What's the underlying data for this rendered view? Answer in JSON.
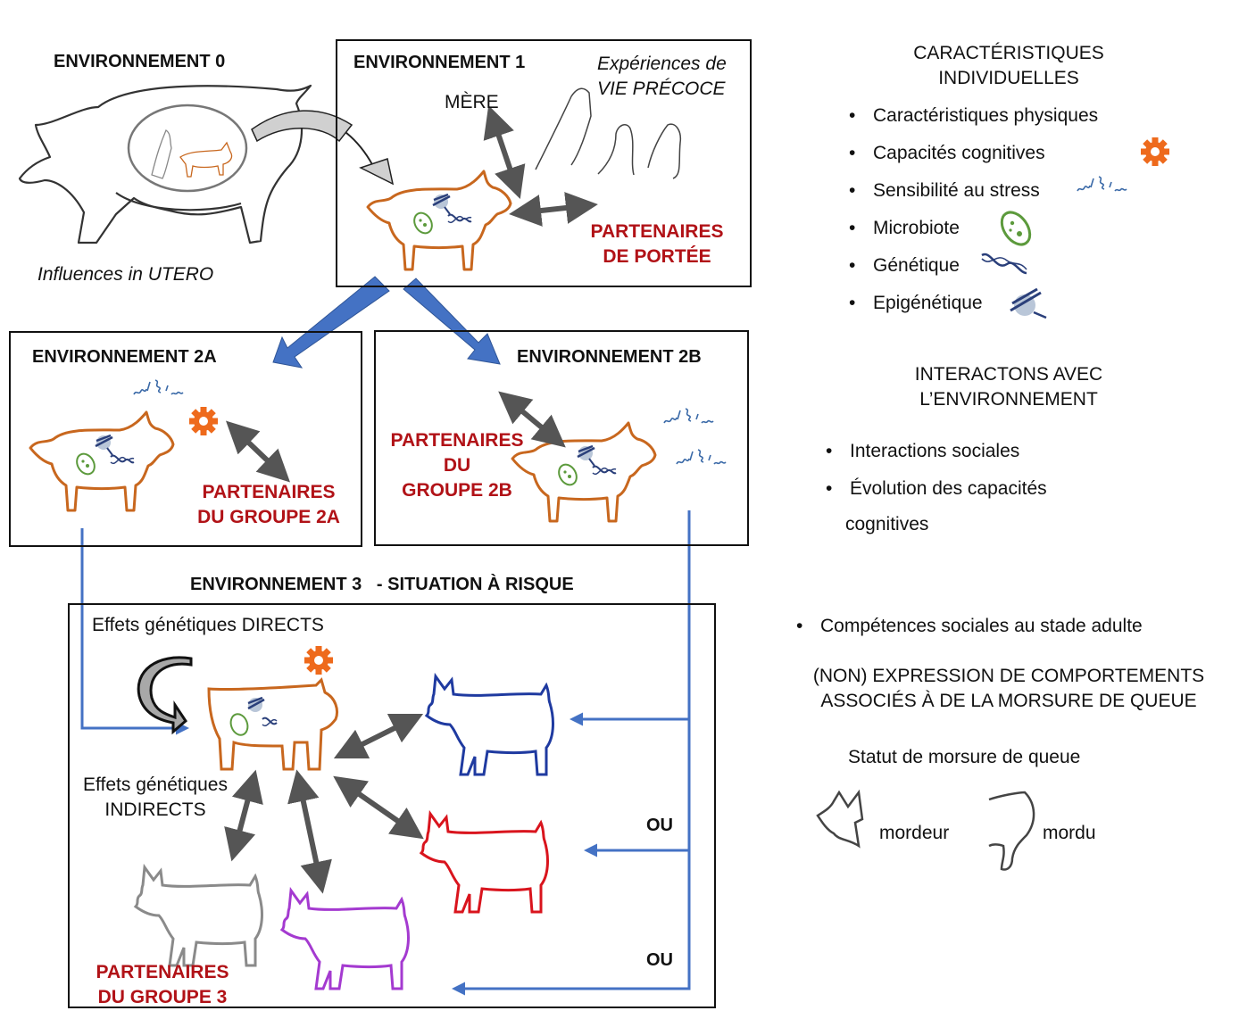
{
  "environments": {
    "env0": {
      "title": "ENVIRONNEMENT 0",
      "caption": "Influences in UTERO"
    },
    "env1": {
      "title": "ENVIRONNEMENT 1",
      "early_life_line1": "Expériences de",
      "early_life_line2": "VIE PRÉCOCE",
      "mother": "MÈRE",
      "partners_line1": "PARTENAIRES",
      "partners_line2": "DE PORTÉE"
    },
    "env2a": {
      "title": "ENVIRONNEMENT 2A",
      "partners_line1": "PARTENAIRES",
      "partners_line2": "DU GROUPE 2A"
    },
    "env2b": {
      "title": "ENVIRONNEMENT 2B",
      "partners_line1": "PARTENAIRES",
      "partners_line2": "DU",
      "partners_line3": "GROUPE 2B"
    },
    "env3": {
      "title": "ENVIRONNEMENT 3",
      "subtitle": "- SITUATION À RISQUE",
      "direct_effects": "Effets génétiques DIRECTS",
      "indirect_effects_line1": "Effets génétiques",
      "indirect_effects_line2": "INDIRECTS",
      "partners_line1": "PARTENAIRES",
      "partners_line2": "DU GROUPE 3",
      "or_label_1": "OU",
      "or_label_2": "OU"
    }
  },
  "legend": {
    "individual_heading_line1": "CARACTÉRISTIQUES",
    "individual_heading_line2": "INDIVIDUELLES",
    "individual_items": [
      {
        "label": "Caractéristiques physiques",
        "icon": "none"
      },
      {
        "label": "Capacités cognitives",
        "icon": "gear-icon"
      },
      {
        "label": "Sensibilité au stress",
        "icon": "stress-squiggle-icon"
      },
      {
        "label": "Microbiote",
        "icon": "bacteria-icon"
      },
      {
        "label": "Génétique",
        "icon": "dna-icon"
      },
      {
        "label": "Epigénétique",
        "icon": "epigenetic-nucleosome-icon"
      }
    ],
    "interaction_heading_line1": "INTERACTONS AVEC",
    "interaction_heading_line2": "L’ENVIRONNEMENT",
    "interaction_items": [
      {
        "label": "Interactions sociales"
      },
      {
        "label": "Évolution des capacités"
      }
    ],
    "interaction_item_continuation": "cognitives",
    "adult_item": "Compétences sociales au stade adulte",
    "expression_heading_line1": "(NON) EXPRESSION DE COMPORTEMENTS",
    "expression_heading_line2": "ASSOCIÉS À DE LA MORSURE DE QUEUE",
    "status_heading": "Statut de morsure de queue",
    "biter_label": "mordeur",
    "bitten_label": "mordu"
  },
  "colors": {
    "focal_pig": "#c8671e",
    "partner_red": "#b11217",
    "flow_blue": "#4472c4",
    "interaction_arrow": "#555555",
    "gear_orange": "#ee6a1c",
    "microbe_green": "#5c9a3c",
    "dna_navy": "#2a3f7a",
    "pig_blue": "#1f3aa0",
    "pig_red": "#d9141d",
    "pig_purple": "#a43ad0",
    "pig_grey": "#8a8a8a"
  }
}
